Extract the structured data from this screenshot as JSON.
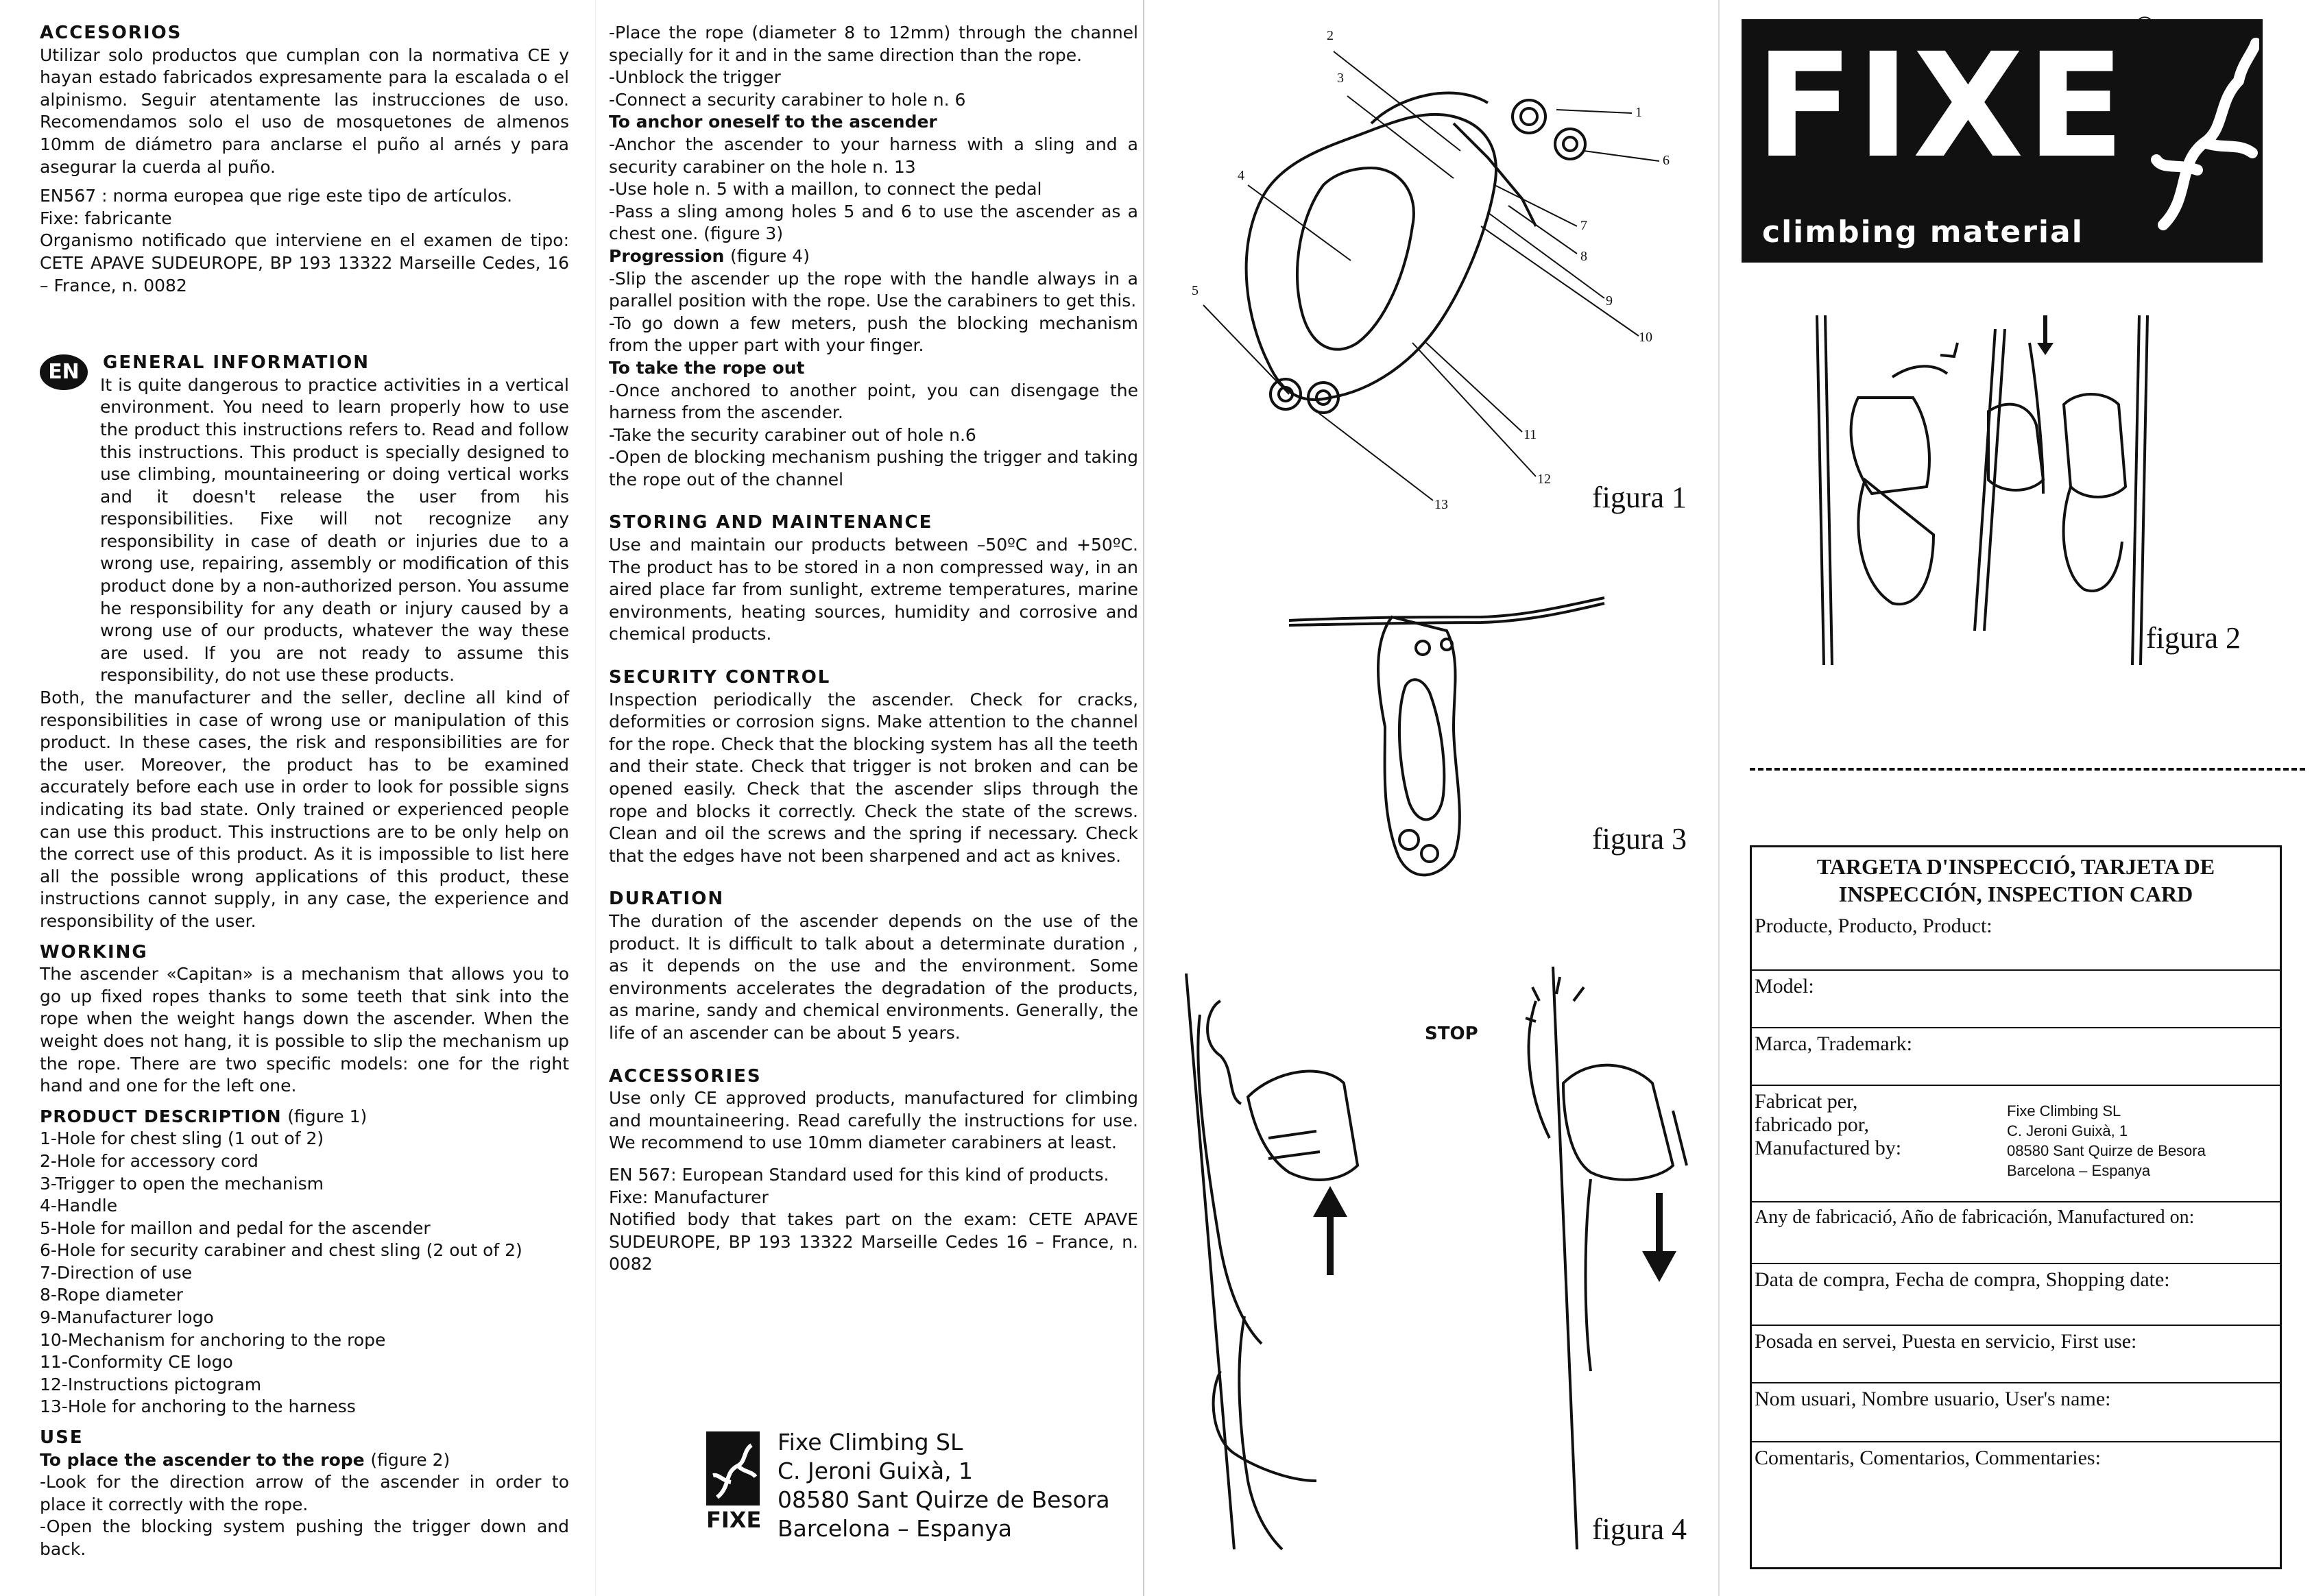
{
  "col1": {
    "acc_title": "ACCESORIOS",
    "acc_p1": "Utilizar solo productos que cumplan con la normativa CE y hayan estado fabricados expresamente para la escalada o el alpinismo. Seguir atentamente las instrucciones de uso. Recomendamos solo el uso de mosquetones de almenos 10mm de diámetro para anclarse el puño al arnés y para asegurar la cuerda al puño.",
    "acc_l1": "EN567 : norma europea que rige este tipo de artículos.",
    "acc_l2": "Fixe: fabricante",
    "acc_l3": "Organismo notificado que interviene en el examen de tipo: CETE APAVE SUDEUROPE, BP 193 13322 Marseille Cedes, 16 – France, n. 0082",
    "en_badge": "EN",
    "gi_title": "GENERAL INFORMATION",
    "gi_p1": "It is quite dangerous to practice activities in a vertical environment. You need to learn properly how to use the product this instructions refers to. Read and follow this instructions. This product is specially designed to use climbing, mountaineering or doing vertical works and it doesn't release the user from his responsibilities. Fixe will not recognize any responsibility in case of death or injuries due to a wrong use, repairing, assembly or modification of this product done by a non-authorized person. You assume he responsibility for any death or injury caused by a wrong use of our products, whatever the way these are used. If you are not ready to assume this responsibility, do not use these products.",
    "gi_p2": "Both, the manufacturer and the seller, decline all kind of responsibilities in case of wrong use or manipulation of this product. In these cases, the risk and responsibilities are for the user. Moreover, the product has to be examined accurately before each use in order to look for possible signs indicating its bad state. Only trained or experienced people can use this product. This instructions are to be only help on the correct use of this product. As it is impossible to list here all the possible wrong applications of this product, these instructions cannot supply, in any case, the experience and responsibility of the user.",
    "working_title": "WORKING",
    "working_p": "The ascender «Capitan» is a mechanism that allows you to go up fixed ropes thanks to some teeth that sink into the rope when the weight hangs down the ascender. When the weight does not hang, it is possible to slip the mechanism up the rope. There are two specific models: one for the right hand and one for the left one.",
    "pd_title": "PRODUCT DESCRIPTION",
    "pd_fig": "(figure 1)",
    "pd_items": [
      "1-Hole for chest sling (1 out of 2)",
      "2-Hole for accessory cord",
      "3-Trigger to open the mechanism",
      "4-Handle",
      "5-Hole for maillon and pedal for the ascender",
      "6-Hole for security carabiner and chest sling (2 out of 2)",
      "7-Direction of use",
      "8-Rope diameter",
      "9-Manufacturer logo",
      "10-Mechanism for anchoring to the rope",
      "11-Conformity CE logo",
      "12-Instructions pictogram",
      "13-Hole for anchoring to the harness"
    ],
    "use_title": "USE",
    "place_title": "To place the ascender to the rope",
    "place_fig": "(figure 2)",
    "place_l1": "-Look for the direction arrow of the ascender in order to place it correctly with the rope.",
    "place_l2": "-Open the blocking system pushing the trigger down and back."
  },
  "col2": {
    "l1": "-Place the rope (diameter 8 to 12mm) through the channel specially for it and in the same direction than the rope.",
    "l2": "-Unblock the trigger",
    "l3": "-Connect a security carabiner to hole n. 6",
    "anchor_title": "To anchor oneself to the ascender",
    "a1": "-Anchor the ascender to your harness with a sling and a security carabiner on the hole n. 13",
    "a2": "-Use hole n. 5 with a maillon, to connect the pedal",
    "a3": "-Pass a sling among holes 5 and 6 to use the ascender as a chest one. (figure 3)",
    "prog_title": "Progression",
    "prog_fig": "(figure 4)",
    "p1": "-Slip the ascender up the rope with the handle always in a parallel position with the rope. Use the carabiners to get this.",
    "p2": "-To go down a few meters, push the blocking mechanism from the upper part with your finger.",
    "takeout_title": "To take the rope out",
    "t1": "-Once anchored to another point, you can disengage the harness from the ascender.",
    "t2": "-Take the security carabiner out of hole n.6",
    "t3": "-Open de blocking mechanism pushing the trigger and taking the rope out of the channel",
    "storing_title": "STORING AND MAINTENANCE",
    "storing_p": "Use and maintain our products between –50ºC and +50ºC. The product has to be stored in a non compressed way, in an aired place far from sunlight, extreme temperatures, marine environments, heating sources, humidity and corrosive and chemical products.",
    "security_title": "SECURITY CONTROL",
    "security_p": "Inspection periodically the ascender. Check for cracks, deformities or corrosion signs. Make attention to the channel for the rope. Check that the blocking system has all the teeth and their state. Check that trigger is not broken and can be opened easily. Check that the ascender slips through the rope and blocks it correctly. Check the state of the screws. Clean and oil the screws and the spring if necessary. Check that the edges have not been sharpened and act as knives.",
    "duration_title": "DURATION",
    "duration_p": "The duration of the ascender depends on the use of the product. It is difficult to talk about a determinate duration , as it depends on the use and the environment. Some environments accelerates the degradation of the products, as marine, sandy and chemical environments. Generally, the life of an ascender can be about 5 years.",
    "acc_title": "ACCESSORIES",
    "acc_p": "Use only CE approved products, manufactured for climbing and mountaineering. Read carefully the instructions for use. We recommend to use 10mm diameter carabiners at least.",
    "en1": "EN 567: European Standard used for this kind of products.",
    "en2": "Fixe: Manufacturer",
    "en3": "Notified body that takes part on the exam: CETE APAVE SUDEUROPE, BP 193 13322 Marseille Cedes 16 – France, n. 0082"
  },
  "company": {
    "name": "Fixe Climbing SL",
    "street": "C. Jeroni Guixà, 1",
    "city": "08580 Sant Quirze de Besora",
    "region": "Barcelona – Espanya",
    "logo_text": "FIXE"
  },
  "figures": {
    "fig1": "figura 1",
    "fig2": "figura 2",
    "fig3": "figura 3",
    "fig4": "figura 4",
    "stop": "STOP",
    "callouts": [
      "1",
      "2",
      "3",
      "4",
      "5",
      "6",
      "7",
      "8",
      "9",
      "10",
      "11",
      "12",
      "13"
    ]
  },
  "brand": {
    "logo": "FIXE",
    "subtitle": "climbing material",
    "registered": "®"
  },
  "card": {
    "title": "TARGETA D'INSPECCIÓ, TARJETA DE INSPECCIÓN, INSPECTION CARD",
    "rows": [
      "Producte, Producto, Product:",
      "Model:",
      "Marca, Trademark:",
      "Fabricat per,",
      "Any de fabricació, Año de fabricación, Manufactured on:",
      "Data de compra, Fecha de compra, Shopping date:",
      "Posada en servei, Puesta en servicio, First use:",
      "Nom usuari, Nombre usuario, User's name:",
      "Comentaris, Comentarios, Commentaries:"
    ],
    "fab_l2": "fabricado por,",
    "fab_l3": "Manufactured by:",
    "mfr": [
      "Fixe Climbing SL",
      "C. Jeroni Guixà, 1",
      "08580 Sant Quirze de Besora",
      "Barcelona – Espanya"
    ]
  }
}
